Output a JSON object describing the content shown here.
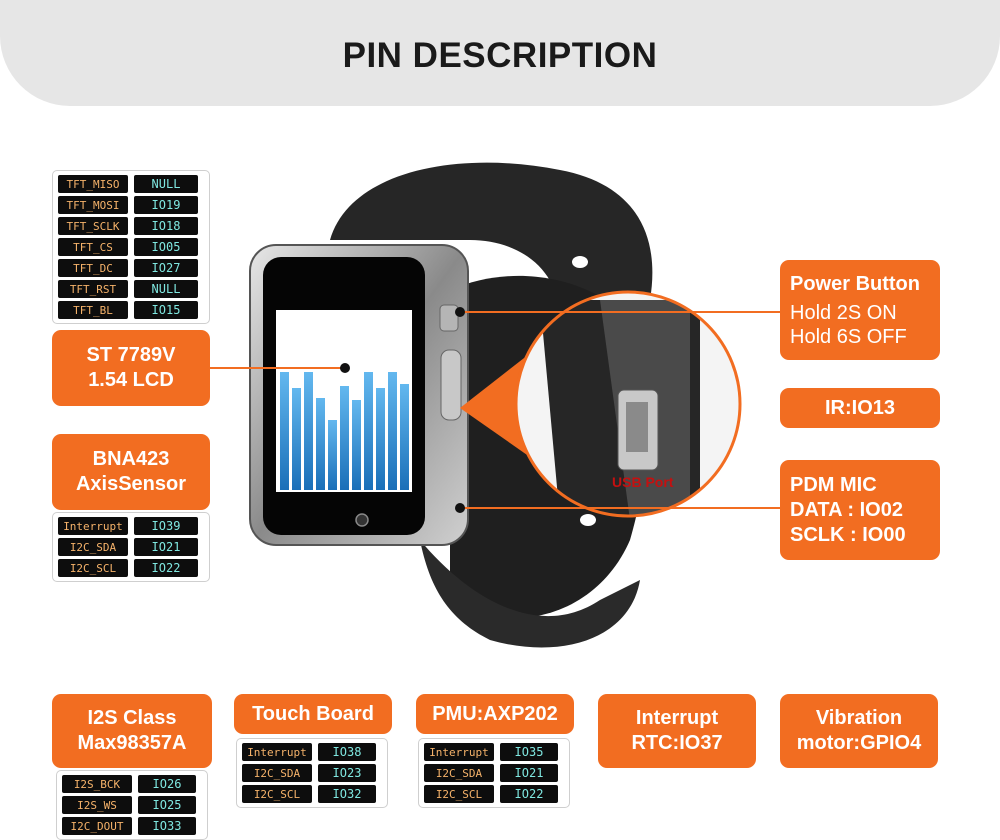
{
  "title": "PIN DESCRIPTION",
  "tft_pins": [
    {
      "name": "TFT_MISO",
      "value": "NULL"
    },
    {
      "name": "TFT_MOSI",
      "value": "IO19"
    },
    {
      "name": "TFT_SCLK",
      "value": "IO18"
    },
    {
      "name": "TFT_CS",
      "value": "IO05"
    },
    {
      "name": "TFT_DC",
      "value": "IO27"
    },
    {
      "name": "TFT_RST",
      "value": "NULL"
    },
    {
      "name": "TFT_BL",
      "value": "IO15"
    }
  ],
  "lcd_label": "ST 7789V\n1.54 LCD",
  "sensor_label": "BNA423\nAxisSensor",
  "sensor_pins": [
    {
      "name": "Interrupt",
      "value": "IO39"
    },
    {
      "name": "I2C_SDA",
      "value": "IO21"
    },
    {
      "name": "I2C_SCL",
      "value": "IO22"
    }
  ],
  "power_title": "Power Button",
  "power_desc": "Hold 2S ON\nHold 6S OFF",
  "ir_label": "IR:IO13",
  "mic_label": "PDM MIC\nDATA : IO02\nSCLK : IO00",
  "usb_label": "USB Port",
  "i2s_label": "I2S Class\nMax98357A",
  "i2s_pins": [
    {
      "name": "I2S_BCK",
      "value": "IO26"
    },
    {
      "name": "I2S_WS",
      "value": "IO25"
    },
    {
      "name": "I2C_DOUT",
      "value": "IO33"
    }
  ],
  "touch_label": "Touch Board",
  "touch_pins": [
    {
      "name": "Interrupt",
      "value": "IO38"
    },
    {
      "name": "I2C_SDA",
      "value": "IO23"
    },
    {
      "name": "I2C_SCL",
      "value": "IO32"
    }
  ],
  "pmu_label": "PMU:AXP202",
  "pmu_pins": [
    {
      "name": "Interrupt",
      "value": "IO35"
    },
    {
      "name": "I2C_SDA",
      "value": "IO21"
    },
    {
      "name": "I2C_SCL",
      "value": "IO22"
    }
  ],
  "rtc_label": "Interrupt\nRTC:IO37",
  "vibration_label": "Vibration\nmotor:GPIO4",
  "colors": {
    "accent": "#f26d21",
    "pin_name": "#f5b26a",
    "pin_value": "#7fe7e0",
    "header_bg": "#e6e6e6"
  }
}
